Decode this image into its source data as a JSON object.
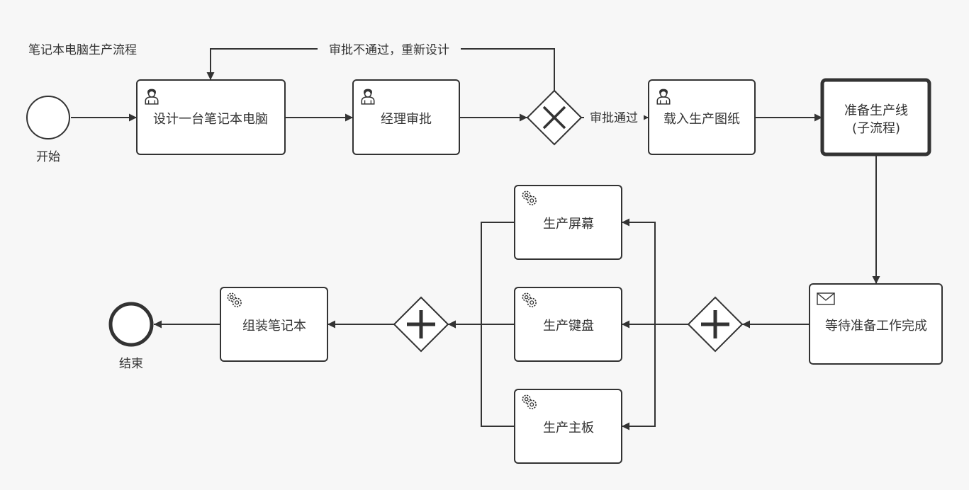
{
  "diagram": {
    "title": "笔记本电脑生产流程",
    "start_event": {
      "label": "开始"
    },
    "end_event": {
      "label": "结束"
    },
    "tasks": {
      "design": {
        "label": "设计一台笔记本电脑",
        "type": "user"
      },
      "review": {
        "label": "经理审批",
        "type": "user"
      },
      "load_drawings": {
        "label": "载入生产图纸",
        "type": "user"
      },
      "prepare_line": {
        "label_line1": "准备生产线",
        "label_line2": "(子流程)",
        "type": "subprocess"
      },
      "wait_ready": {
        "label": "等待准备工作完成",
        "type": "receive"
      },
      "screen": {
        "label": "生产屏幕",
        "type": "service"
      },
      "keyboard": {
        "label": "生产键盘",
        "type": "service"
      },
      "mainboard": {
        "label": "生产主板",
        "type": "service"
      },
      "assemble": {
        "label": "组装笔记本",
        "type": "service"
      }
    },
    "gateways": {
      "approval": {
        "type": "exclusive"
      },
      "fork": {
        "type": "parallel"
      },
      "join": {
        "type": "parallel"
      }
    },
    "flows": {
      "rejected": {
        "label": "审批不通过，重新设计"
      },
      "approved": {
        "label": "审批通过"
      }
    }
  }
}
